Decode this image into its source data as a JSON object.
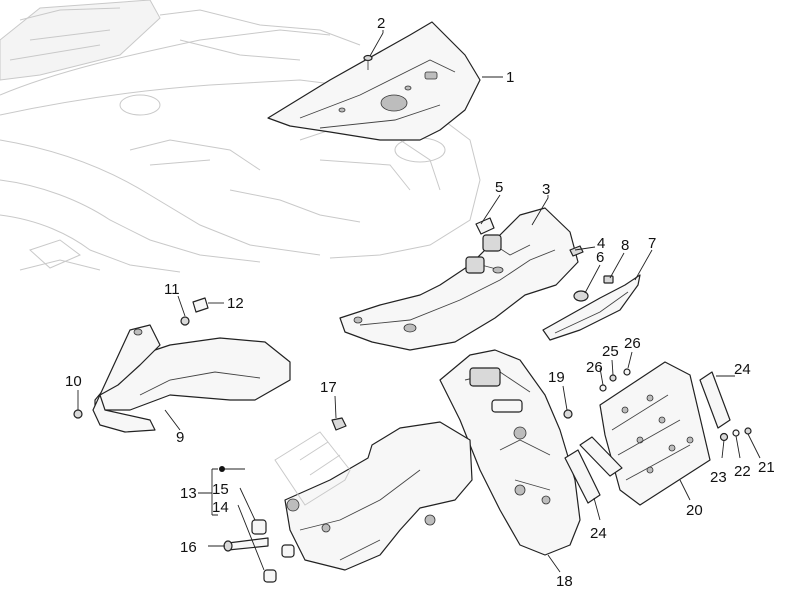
{
  "callouts": [
    "1",
    "2",
    "3",
    "4",
    "5",
    "6",
    "7",
    "8",
    "9",
    "10",
    "11",
    "12",
    "13",
    "14",
    "15",
    "16",
    "17",
    "18",
    "19",
    "20",
    "21",
    "22",
    "23",
    "24",
    "24",
    "25",
    "26",
    "26"
  ]
}
